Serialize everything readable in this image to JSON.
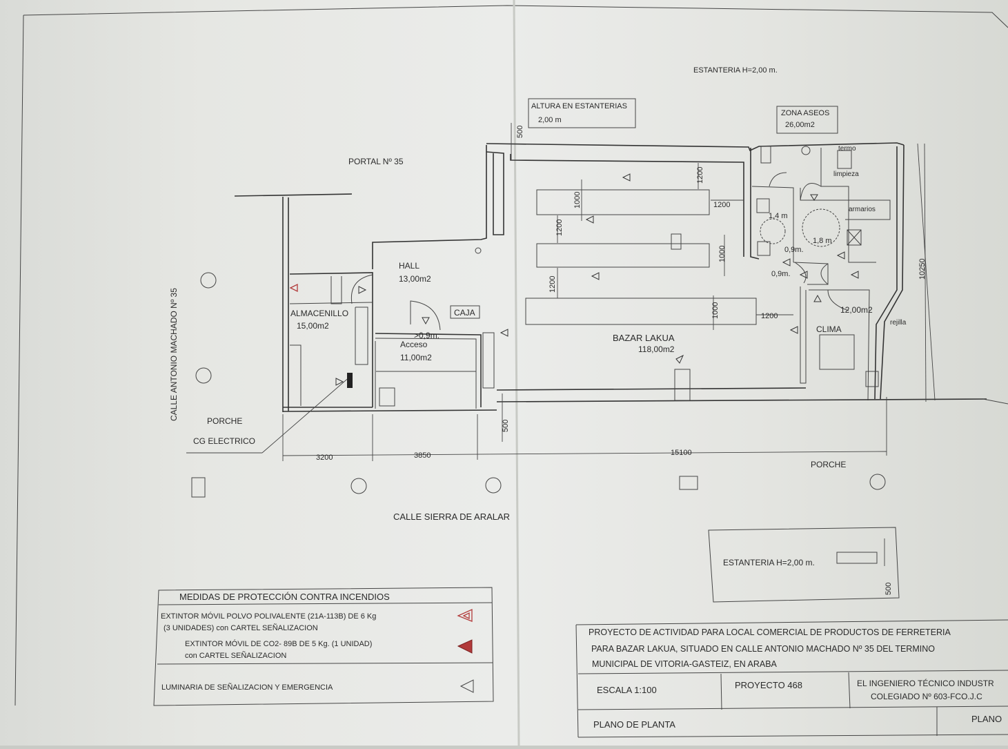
{
  "labels": {
    "estanteria_top": "ESTANTERIA H=2,00 m.",
    "altura_title": "ALTURA EN  ESTANTERIAS",
    "altura_value": "2,00 m",
    "zona_aseos": "ZONA ASEOS",
    "zona_aseos_area": "26,00m2",
    "termo": "termo",
    "limpieza": "limpieza",
    "armarios": "armarios",
    "portal": "PORTAL Nº 35",
    "hall": "HALL",
    "hall_area": "13,00m2",
    "almacenillo": "ALMACENILLO",
    "almacenillo_area": "15,00m2",
    "acceso_clear": ">0,9m.",
    "acceso": "Acceso",
    "acceso_area": "11,00m2",
    "caja": "CAJA",
    "bazar": "BAZAR LAKUA",
    "bazar_area": "118,00m2",
    "clima": "CLIMA",
    "clima_area": "12,00m2",
    "rejilla": "rejilla",
    "turn_1": "1,4 m",
    "turn_2": "1,8 m",
    "door_1": "0,9m.",
    "door_2": "0,9m.",
    "calle_antonio": "CALLE ANTONIO MACHADO Nº 35",
    "porche_left": "PORCHE",
    "cg_electrico": "CG ELECTRICO",
    "porche_right": "PORCHE",
    "calle_sierra": "CALLE SIERRA DE ARALAR"
  },
  "dims": {
    "d500_top": "500",
    "d1200_v_top": "1200",
    "d1000_a": "1000",
    "d1200_h_a": "1200",
    "d1200_v_b": "1200",
    "d1000_b": "1000",
    "d1200_v_c": "1200",
    "d1000_c": "1000",
    "d1200_h_b": "1200",
    "d10250": "10250",
    "d500_bottom": "500",
    "d3200": "3200",
    "d3850": "3850",
    "d15100": "15100"
  },
  "legend_shelf": {
    "label": "ESTANTERIA H=2,00 m.",
    "dim": "500"
  },
  "fire_legend": {
    "title": "MEDIDAS DE PROTECCIÓN CONTRA INCENDIOS",
    "rows": [
      {
        "line1": "EXTINTOR MÓVIL POLVO POLIVALENTE (21A-113B) DE 6 Kg",
        "line2": "(3 UNIDADES) con CARTEL SEÑALIZACION",
        "icon": "extinguisher-powder-icon"
      },
      {
        "line1": "EXTINTOR MÓVIL DE CO2- 89B DE 5 Kg. (1 UNIDAD)",
        "line2": "con CARTEL SEÑALIZACION",
        "icon": "extinguisher-co2-icon"
      },
      {
        "line1": "LUMINARIA DE SEÑALIZACION Y EMERGENCIA",
        "line2": "",
        "icon": "emergency-light-icon"
      }
    ],
    "accent_color": "#b23a3a"
  },
  "title_block": {
    "line1": "PROYECTO DE ACTIVIDAD  PARA LOCAL COMERCIAL DE PRODUCTOS DE FERRETERIA",
    "line2": "PARA  BAZAR LAKUA, SITUADO EN CALLE ANTONIO MACHADO Nº 35 DEL TERMINO",
    "line3": "MUNICIPAL DE VITORIA-GASTEIZ, EN ARABA",
    "escala": "ESCALA 1:100",
    "proyecto": "PROYECTO 468",
    "ingeniero1": "EL INGENIERO TÉCNICO INDUSTR",
    "ingeniero2": "COLEGIADO Nº 603-FCO.J.C",
    "plano_de_planta": "PLANO DE PLANTA",
    "plano": "PLANO"
  }
}
